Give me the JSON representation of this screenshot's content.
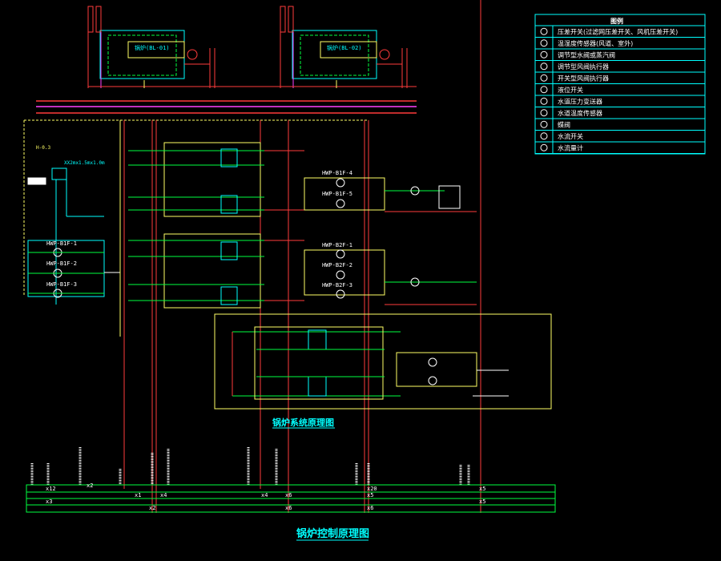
{
  "titles": {
    "boiler_system": "锅炉系统原理图",
    "boiler_control": "锅炉控制原理图"
  },
  "boilers": [
    {
      "label": "锅炉(BL-01)"
    },
    {
      "label": "锅炉(BL-02)"
    }
  ],
  "hex_tag": "H-0.3",
  "tank_label": "XX2mx1.5mx1.0m",
  "pumps": {
    "left": [
      "HWP-B1F-1",
      "HWP-B1F-2",
      "HWP-B1F-3"
    ],
    "upper_right": [
      "HWP-B1F-4",
      "HWP-B1F-5"
    ],
    "mid_right": [
      "HWP-B2F-1",
      "HWP-B2F-2",
      "HWP-B2F-3"
    ]
  },
  "legend": {
    "title": "图例",
    "items": [
      {
        "icon": "pressure-switch-icon",
        "text": "压差开关(过滤网压差开关、风机压差开关)"
      },
      {
        "icon": "temp-sensor-icon",
        "text": "温湿度传感器(风道、室外)"
      },
      {
        "icon": "reg-water-valve-icon",
        "text": "调节型水阀或蒸汽阀"
      },
      {
        "icon": "reg-air-valve-icon",
        "text": "调节型风阀执行器"
      },
      {
        "icon": "switch-air-valve-icon",
        "text": "开关型风阀执行器"
      },
      {
        "icon": "level-switch-icon",
        "text": "液位开关"
      },
      {
        "icon": "pressure-transmitter-icon",
        "text": "水道压力变送器"
      },
      {
        "icon": "temp-transmitter-icon",
        "text": "水道温度传感器"
      },
      {
        "icon": "butterfly-valve-icon",
        "text": "蝶阀"
      },
      {
        "icon": "flow-switch-icon",
        "text": "水流开关"
      },
      {
        "icon": "flow-meter-icon",
        "text": "水流量计"
      }
    ]
  },
  "bus_tags_row1": [
    "x12",
    "x2",
    "x20",
    "x5"
  ],
  "bus_tags_row2": [
    "x1",
    "x4",
    "x4",
    "x6",
    "x5"
  ],
  "bus_tags_row3": [
    "x3",
    "x5"
  ],
  "bus_tags_row4": [
    "x2",
    "x6",
    "x6"
  ],
  "colors": {
    "background": "#000000",
    "cyan": "#00ffff",
    "red": "#ff3b3b",
    "yellow": "#ffff66",
    "green": "#00ff40",
    "magenta": "#ff40ff",
    "white": "#ffffff"
  }
}
